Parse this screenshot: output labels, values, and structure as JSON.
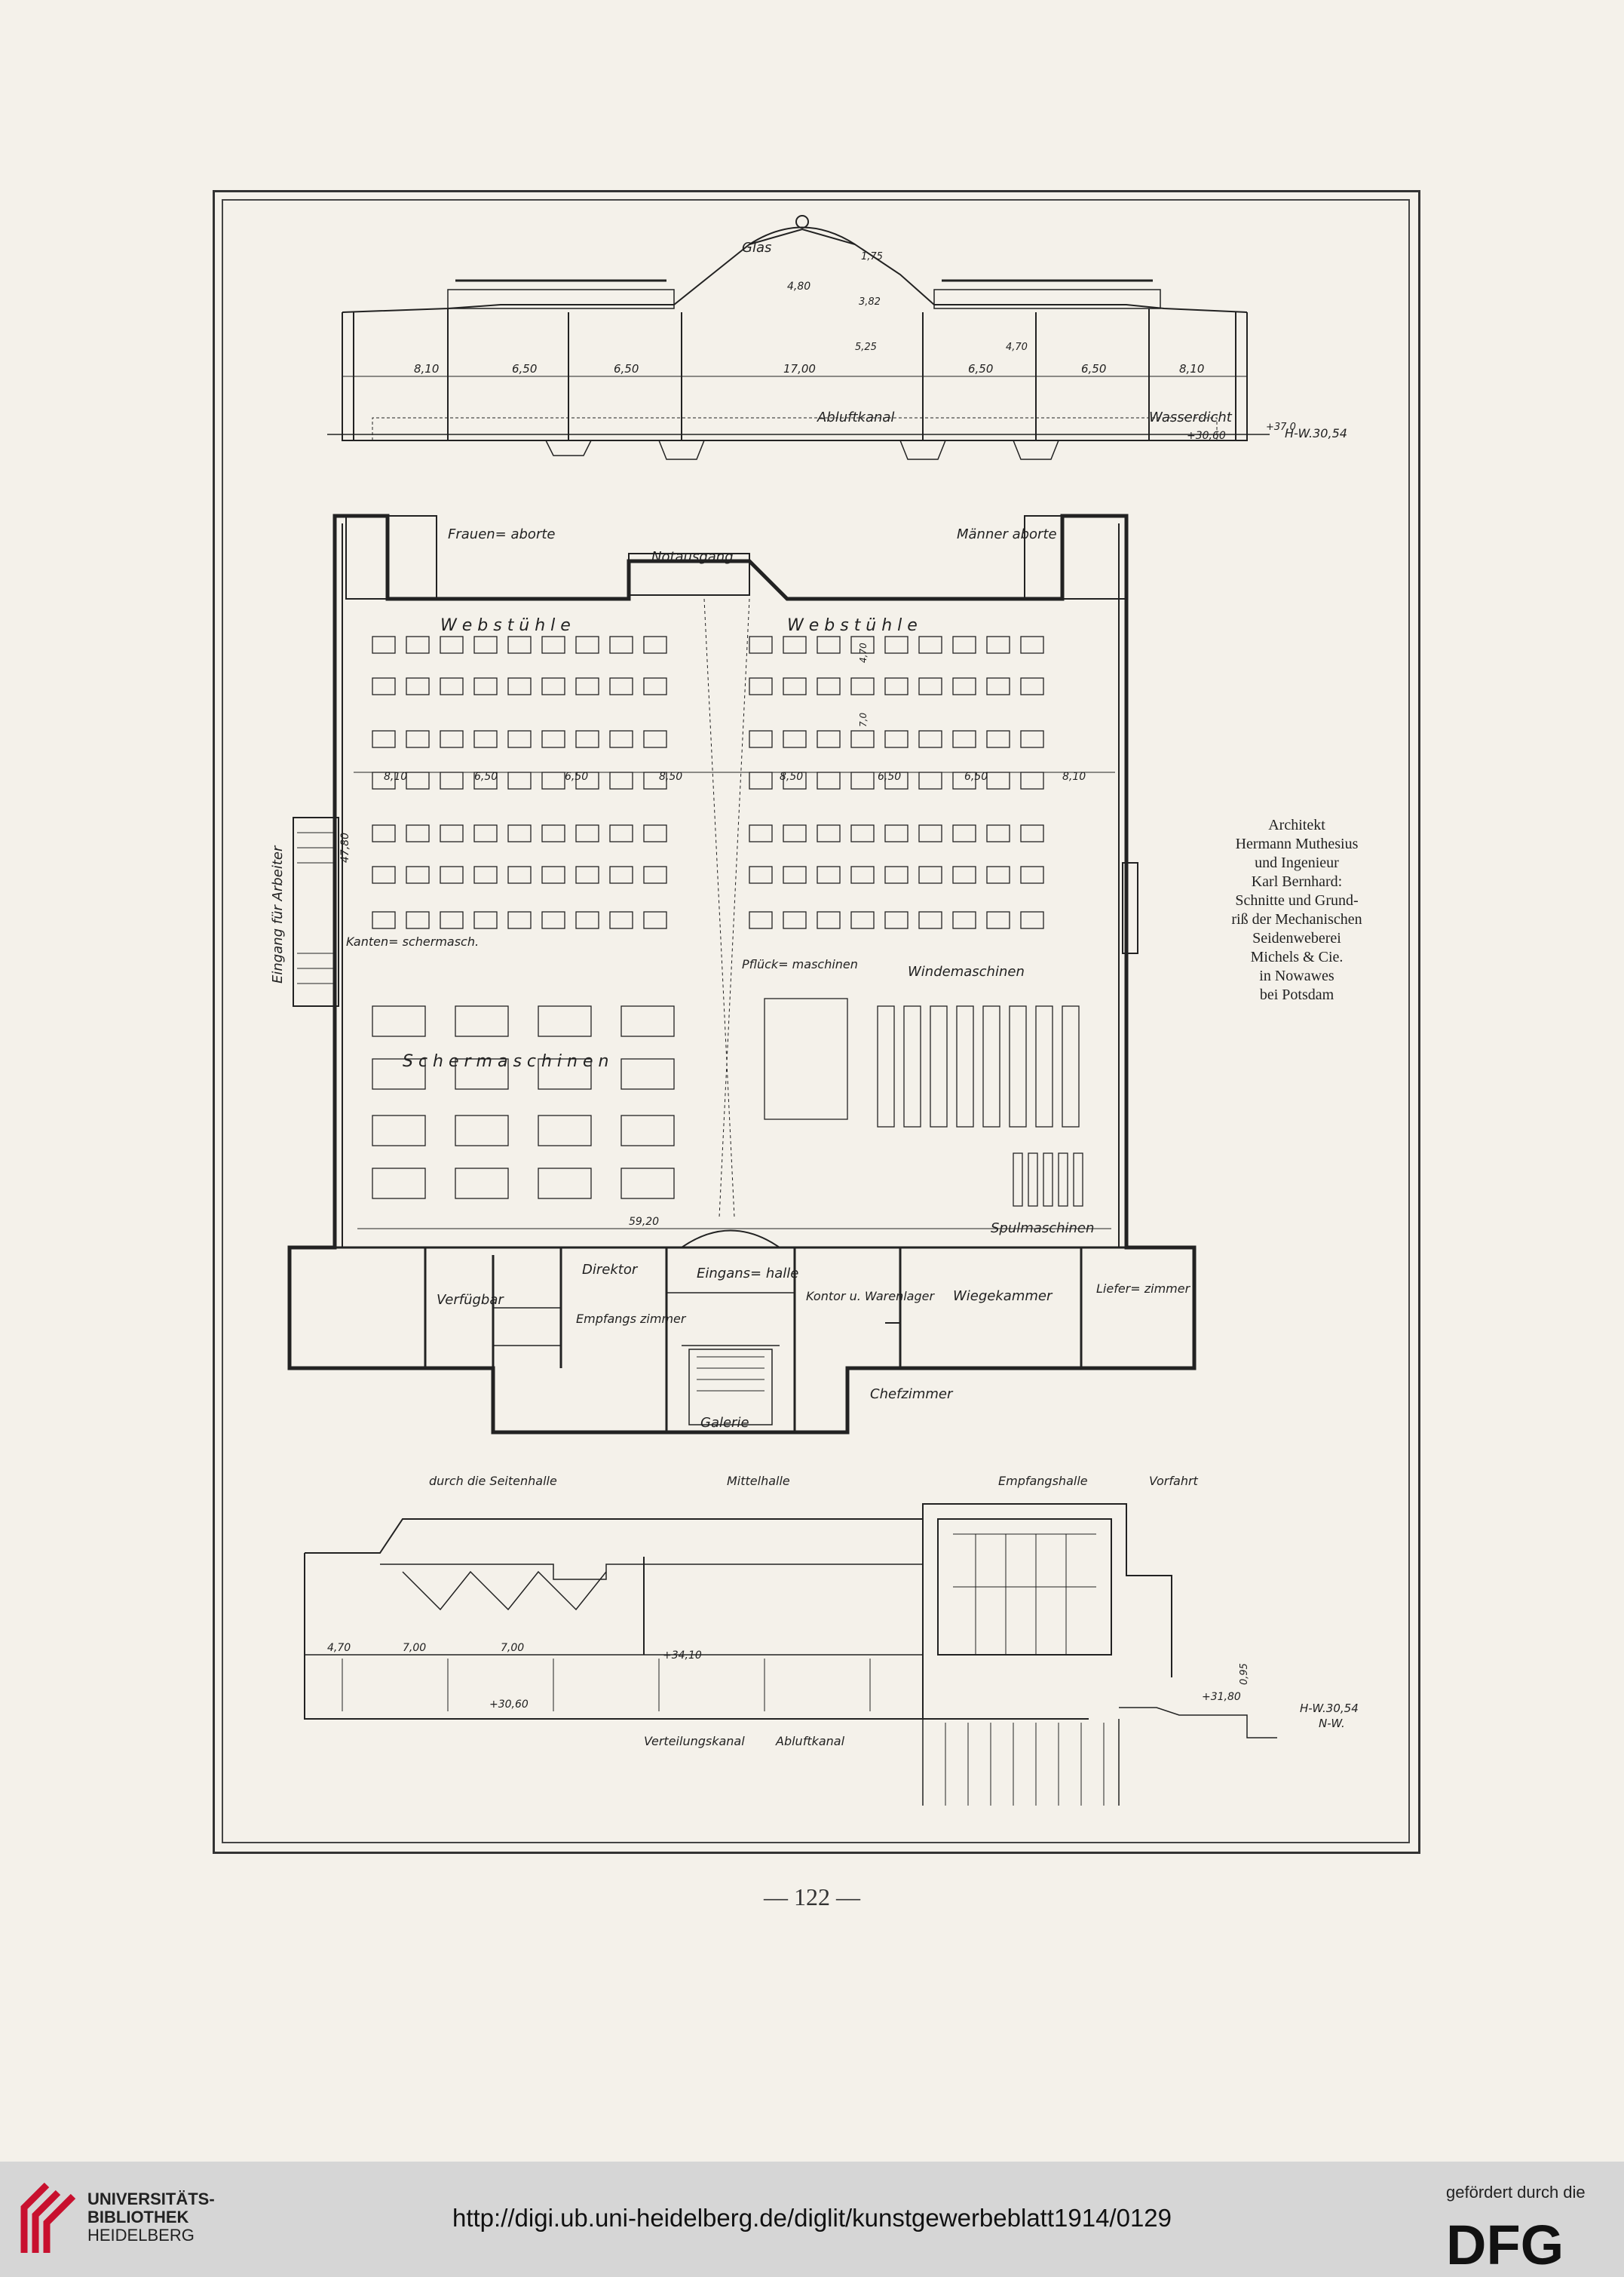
{
  "section_top": {
    "labels": [
      "Glas",
      "Abluftkanal",
      "Wasserdicht",
      "H-W.30,54"
    ],
    "dims": [
      "8,10",
      "6,50",
      "6,50",
      "17,00",
      "6,50",
      "6,50",
      "8,10",
      "4,80",
      "5,25",
      "3,82",
      "1,75",
      "4,70",
      "+30,60",
      "+37,0"
    ]
  },
  "plan": {
    "rooms": {
      "frauenaborte": "Frauen= aborte",
      "maenneraborte": "Männer aborte",
      "notausgang": "Notausgang",
      "webstuehle_left": "W e b s t ü h l e",
      "webstuehle_right": "W e b s t ü h l e",
      "eingang_arbeiter": "Eingang für Arbeiter",
      "kantenschermasch": "Kanten= schermasch.",
      "schermaschinen": "S c h e r m a s c h i n e n",
      "pflueckmaschinen": "Pflück= maschinen",
      "windemaschinen": "Windemaschinen",
      "spulmaschinen": "Spulmaschinen",
      "verfuegbar": "Verfügbar",
      "direktor": "Direktor",
      "empfangszimmer": "Empfangs zimmer",
      "eingangshalle": "Eingans= halle",
      "kontor": "Kontor u. Warenlager",
      "wiegekammer": "Wiegekammer",
      "lieferzimmer": "Liefer= zimmer",
      "chefzimmer": "Chefzimmer",
      "galerie": "Galerie"
    },
    "dims": [
      "8,10",
      "6,50",
      "6,50",
      "8,50",
      "8,50",
      "6,50",
      "6,50",
      "8,10",
      "47,80",
      "59,20",
      "4,70",
      "7,0"
    ]
  },
  "section_bottom": {
    "labels": [
      "durch die Seitenhalle",
      "Mittelhalle",
      "Empfangshalle",
      "Vorfahrt",
      "Verteilungskanal",
      "Abluftkanal",
      "H-W.30,54",
      "N-W."
    ],
    "dims": [
      "4,70",
      "7,00",
      "7,00",
      "+34,10",
      "+30,60",
      "+31,80",
      "0,95"
    ]
  },
  "caption": [
    "Architekt",
    "Hermann Muthesius",
    "und Ingenieur",
    "Karl Bernhard:",
    "Schnitte und Grund-",
    "riß der Mechanischen",
    "Seidenweberei",
    "Michels & Cie.",
    "in Nowawes",
    "bei Potsdam"
  ],
  "page_number": "— 122 —",
  "footer": {
    "library": [
      "UNIVERSITÄTS-",
      "BIBLIOTHEK",
      "HEIDELBERG"
    ],
    "url": "http://digi.ub.uni-heidelberg.de/diglit/kunstgewerbeblatt1914/0129",
    "funded": "gefördert durch die",
    "dfg": "DFG"
  }
}
